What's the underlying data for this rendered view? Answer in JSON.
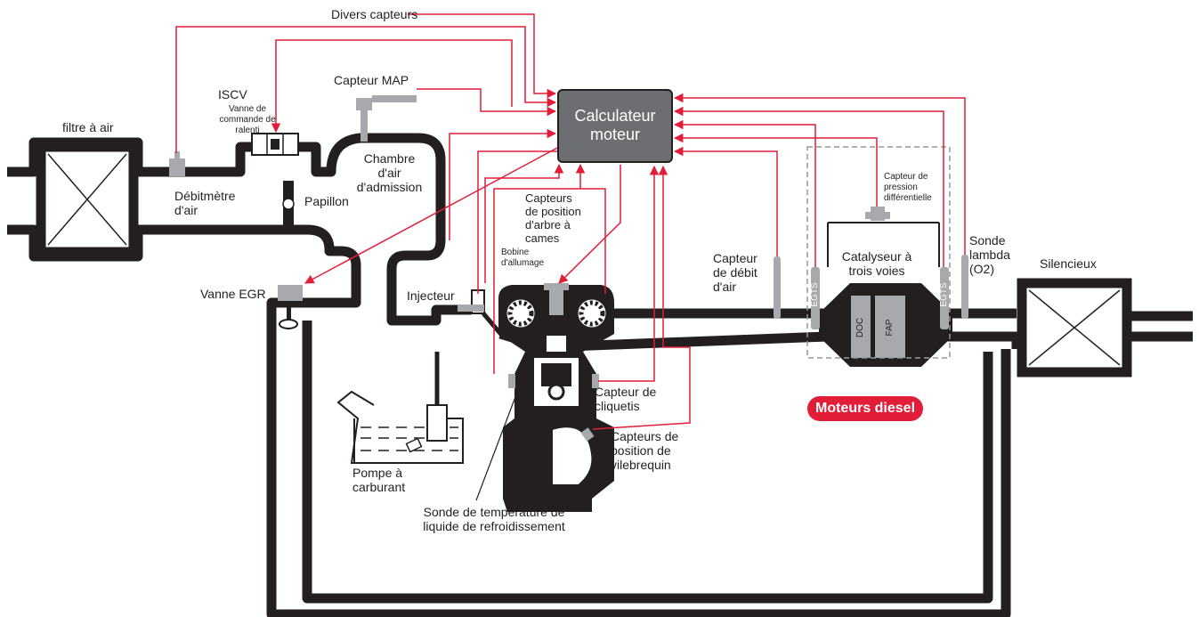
{
  "labels": {
    "divers_capteurs": "Divers capteurs",
    "capteur_map": "Capteur MAP",
    "iscv": "ISCV",
    "iscv_desc": "Vanne de\ncommande de\nralenti",
    "filtre_air": "filtre à air",
    "debitmetre": "Débitmètre\nd'air",
    "papillon": "Papillon",
    "chambre": "Chambre\nd'air\nd'admission",
    "calculateur": "Calculateur\nmoteur",
    "capteurs_arbre": "Capteurs\nde position\nd'arbre à\ncames",
    "bobine": "Bobine\nd'allumage",
    "injecteur": "Injecteur",
    "vanne_egr": "Vanne EGR",
    "capteur_cliquetis": "Capteur de\ncliquetis",
    "capteurs_vilebrequin": "Capteurs de\nposition de\nvilebrequin",
    "pompe": "Pompe à\ncarburant",
    "sonde_temp": "Sonde de température de\nliquide de refroidissement",
    "capteur_debit": "Capteur\nde débit\nd'air",
    "capteur_pression": "Capteur de\npression\ndifférentielle",
    "catalyseur": "Catalyseur à\ntrois voies",
    "egts": "EGTS",
    "doc": "DOC",
    "fap": "FAP",
    "moteurs_diesel": "Moteurs diesel",
    "sonde_lambda": "Sonde\nlambda\n(O2)",
    "silencieux": "Silencieux"
  },
  "colors": {
    "pipe": "#231f20",
    "signal": "#e11d38",
    "component": "#6d6e71",
    "light_component": "#a7a9ac",
    "badge": "#e11d38"
  },
  "icons": [
    "filter-icon",
    "muffler-icon",
    "throttle-icon",
    "sensor-icon",
    "engine-icon",
    "fuel-pump-icon"
  ]
}
